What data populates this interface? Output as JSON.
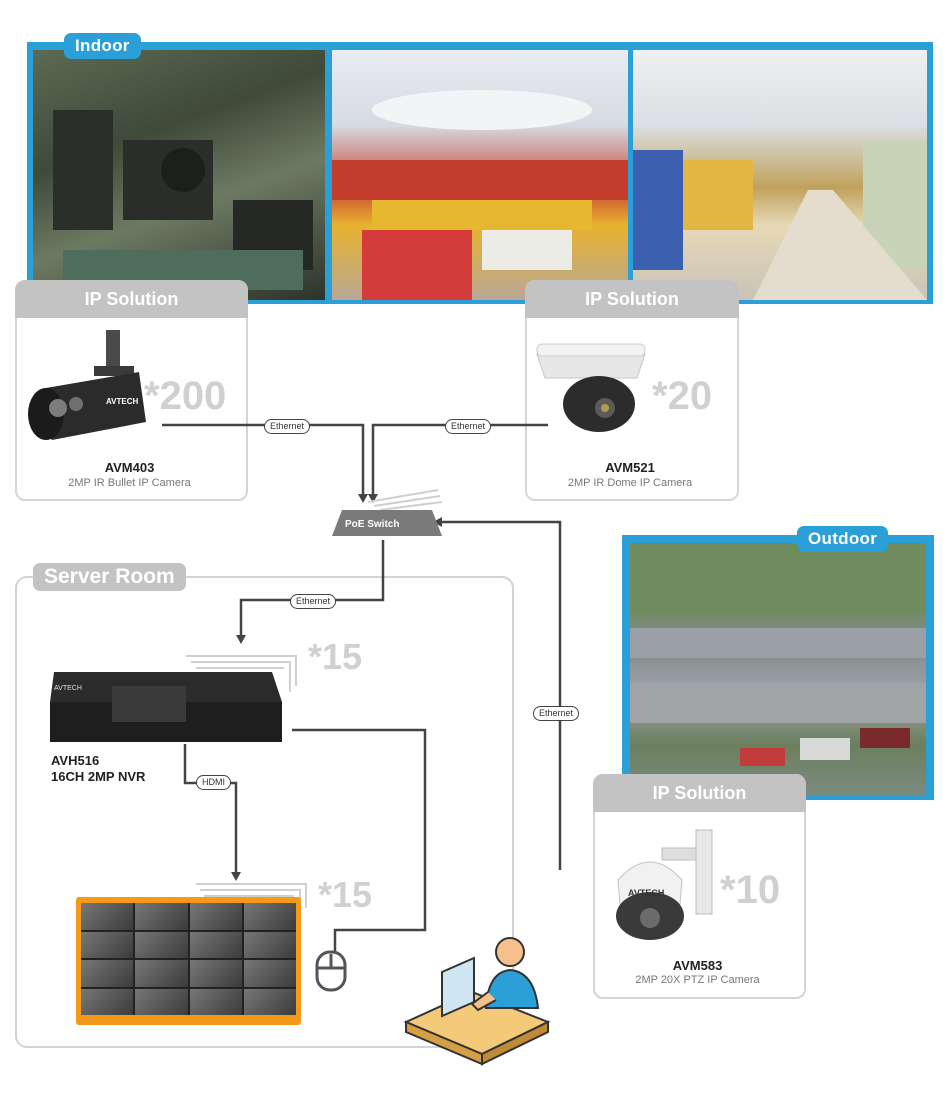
{
  "indoor": {
    "label": "Indoor"
  },
  "outdoor": {
    "label": "Outdoor"
  },
  "server_room": {
    "label": "Server Room"
  },
  "cameras": [
    {
      "header": "IP Solution",
      "count": "*200",
      "model": "AVM403",
      "description": "2MP IR Bullet IP Camera",
      "brand": "AVTECH"
    },
    {
      "header": "IP Solution",
      "count": "*20",
      "model": "AVM521",
      "description": "2MP IR Dome IP Camera"
    },
    {
      "header": "IP Solution",
      "count": "*10",
      "model": "AVM583",
      "description": "2MP 20X PTZ IP Camera",
      "brand": "AVTECH"
    }
  ],
  "switch": {
    "label": "PoE Switch"
  },
  "links": {
    "ethernet": "Ethernet",
    "hdmi": "HDMI"
  },
  "nvr": {
    "brand": "AVTECH",
    "model": "AVH516",
    "description": "16CH 2MP NVR",
    "count": "*15"
  },
  "monitor": {
    "count": "*15"
  },
  "colors": {
    "accent": "#2a9fd8",
    "card_gray": "#c3c3c3",
    "monitor_frame": "#f39a1a",
    "line": "#444444"
  },
  "icons": [
    "mouse-icon",
    "operator-icon",
    "bullet-camera-icon",
    "dome-camera-icon",
    "ptz-camera-icon",
    "nvr-icon",
    "switch-icon"
  ]
}
